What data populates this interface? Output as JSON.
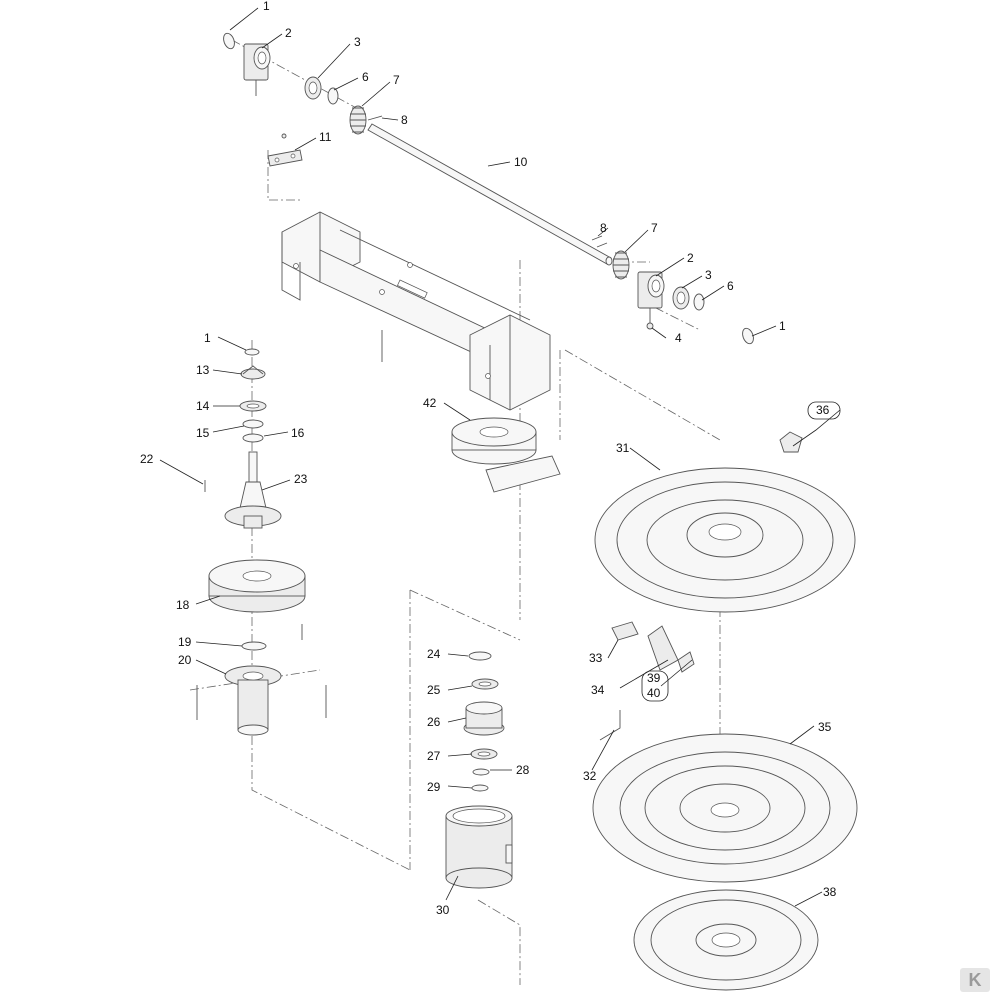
{
  "callouts": {
    "c1a": "1",
    "c2a": "2",
    "c3a": "3",
    "c6a": "6",
    "c7a": "7",
    "c8a": "8",
    "c11": "11",
    "c10": "10",
    "c8b": "8",
    "c7b": "7",
    "c2b": "2",
    "c3b": "3",
    "c6b": "6",
    "c1b": "1",
    "c4": "4",
    "c1c": "1",
    "c13": "13",
    "c14": "14",
    "c15": "15",
    "c16": "16",
    "c22": "22",
    "c23": "23",
    "c18": "18",
    "c19": "19",
    "c20": "20",
    "c42": "42",
    "c36": "36",
    "c31": "31",
    "c24": "24",
    "c25": "25",
    "c26": "26",
    "c27": "27",
    "c28": "28",
    "c29": "29",
    "c30": "30",
    "c33": "33",
    "c34": "34",
    "c39": "39",
    "c40": "40",
    "c32": "32",
    "c35": "35",
    "c38": "38"
  },
  "logo": "K"
}
